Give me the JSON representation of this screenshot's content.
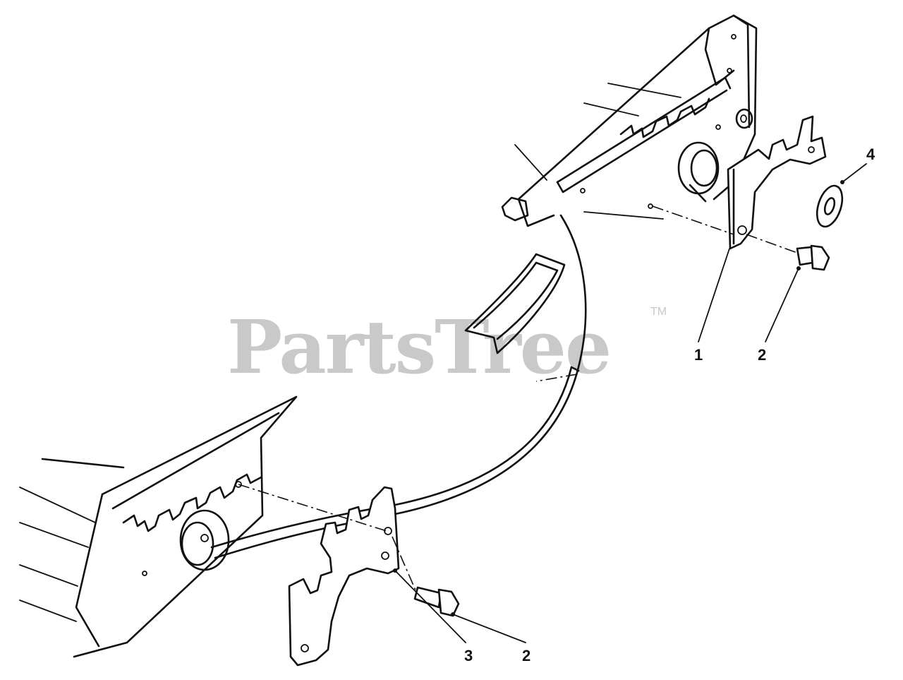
{
  "watermark": {
    "brand": "PartsTree",
    "trademark": "TM"
  },
  "callouts": [
    {
      "number": "1",
      "part": "height adjuster plate (right)"
    },
    {
      "number": "2",
      "part": "bolt (right)"
    },
    {
      "number": "4",
      "part": "washer"
    },
    {
      "number": "3",
      "part": "height adjuster plate (left)"
    },
    {
      "number": "2",
      "part": "bolt (left)"
    }
  ]
}
